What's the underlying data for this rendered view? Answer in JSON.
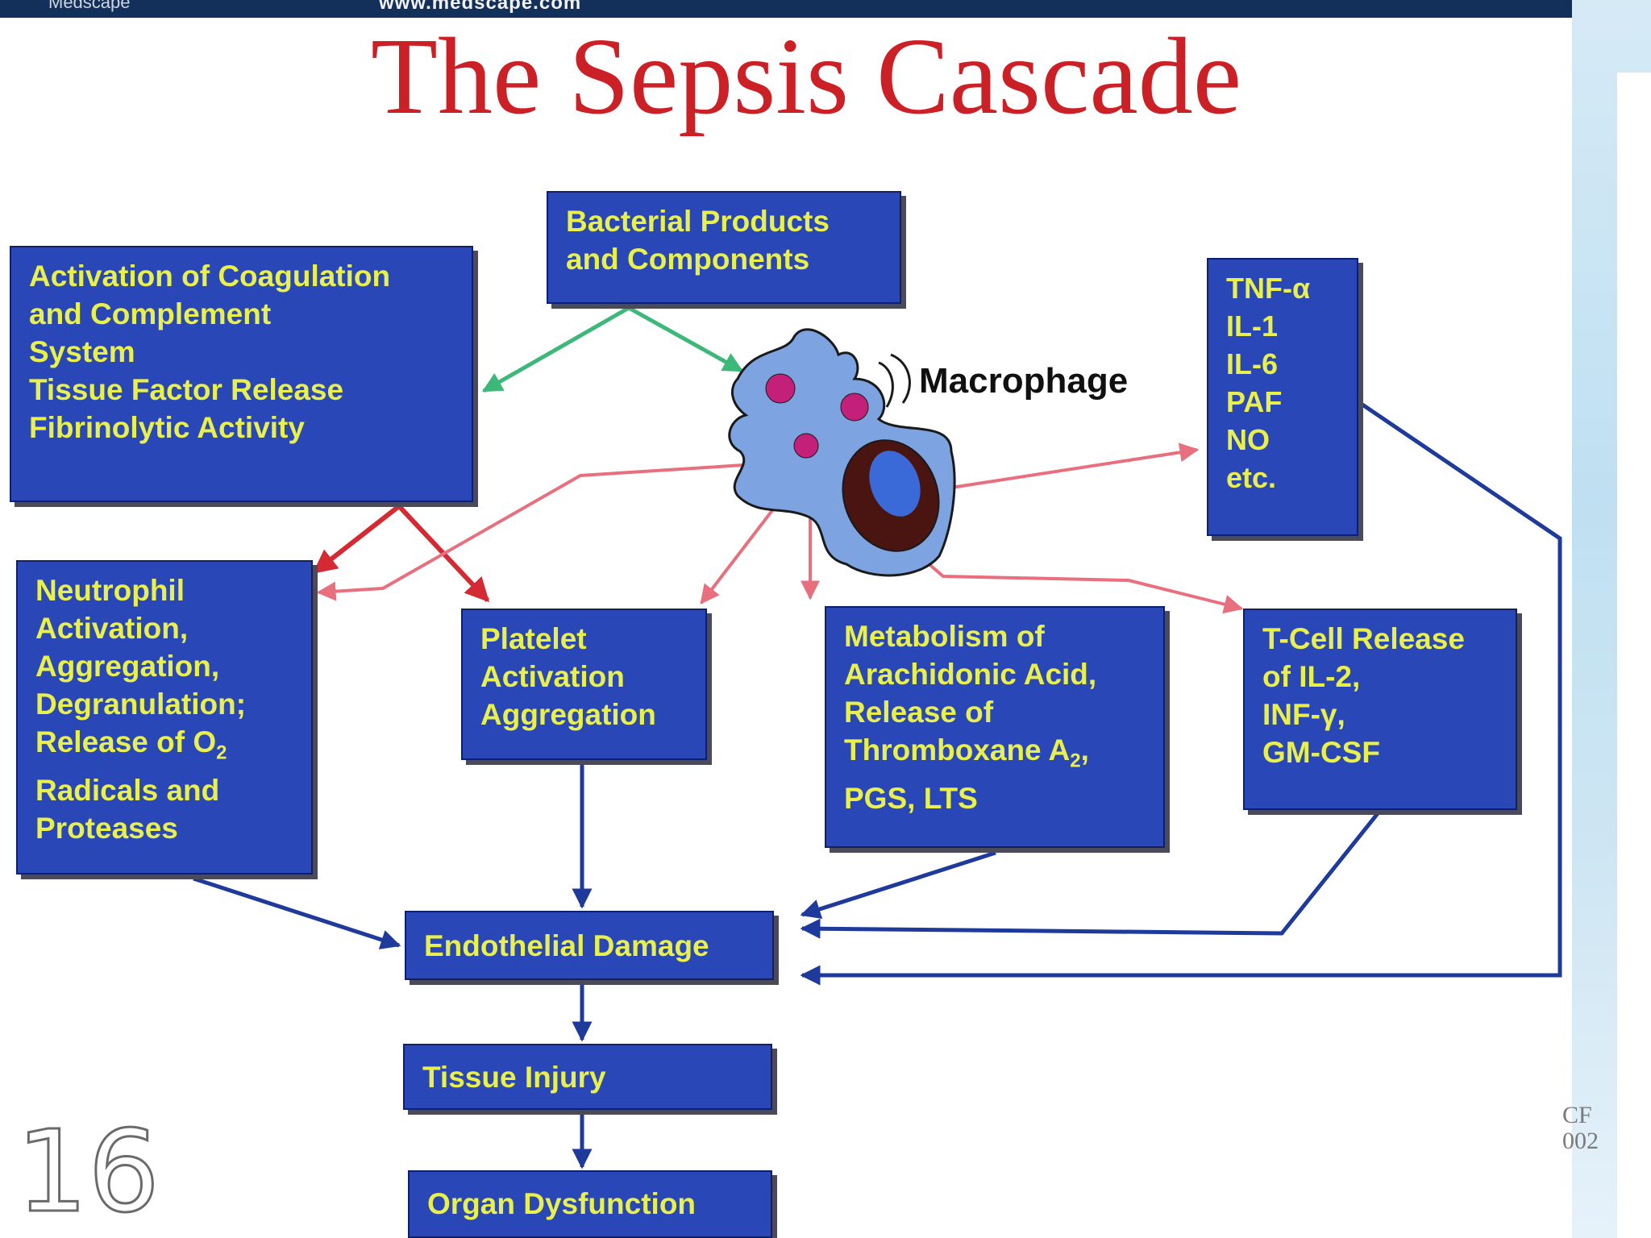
{
  "header": {
    "left_text": "Medscape",
    "url": "www.medscape.com"
  },
  "title": "The Sepsis Cascade",
  "nodes": {
    "bacterial": "Bacterial Products\nand Components",
    "coagulation": "Activation of Coagulation\nand Complement\nSystem\nTissue Factor Release\nFibrinolytic Activity",
    "cytokines": "TNF-α\nIL-1\nIL-6\nPAF\nNO\netc.",
    "neutrophil_lines": [
      "Neutrophil",
      "Activation,",
      "Aggregation,",
      "Degranulation;"
    ],
    "neutrophil_release": "Release of O",
    "neutrophil_release_sub": "2",
    "neutrophil_tail": [
      "Radicals and",
      "Proteases"
    ],
    "platelet": "Platelet\nActivation\nAggregation",
    "metabolism_lines": [
      "Metabolism of",
      "Arachidonic Acid,",
      "Release of"
    ],
    "metabolism_thromb": "Thromboxane A",
    "metabolism_thromb_sub": "2",
    "metabolism_thromb_tail": ",",
    "metabolism_last": "PGS, LTS",
    "tcell": "T-Cell Release\nof IL-2,\nINF-γ,\nGM-CSF",
    "endothelial": "Endothelial Damage",
    "tissue": "Tissue Injury",
    "organ": "Organ Dysfunction"
  },
  "macrophage_label": "Macrophage",
  "slide_number": "16",
  "credit": "CF\n002",
  "colors": {
    "box_fill": "#2a47b8",
    "box_text": "#e9f04a",
    "title": "#cc2027",
    "arrow_green": "#3cb878",
    "arrow_red": "#d42a34",
    "arrow_pink": "#e8707e",
    "arrow_blue": "#1e3a9a"
  }
}
